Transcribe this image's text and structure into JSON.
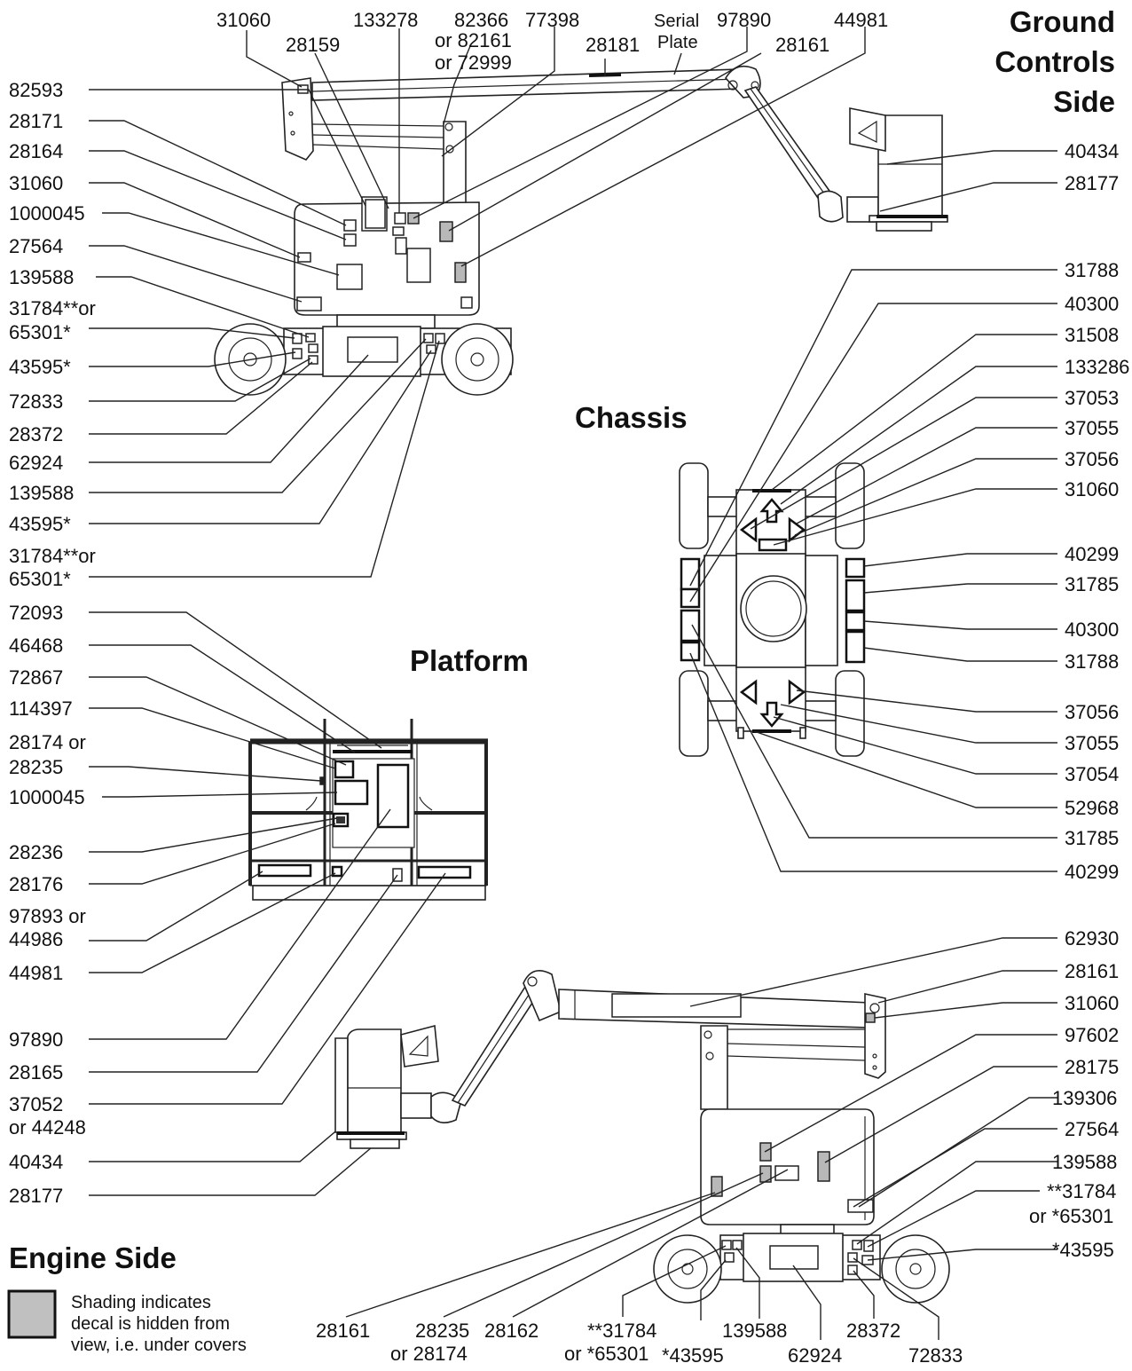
{
  "titles": {
    "ground": [
      "Ground",
      "Controls",
      "Side"
    ],
    "chassis": "Chassis",
    "platform": "Platform",
    "engine": "Engine Side"
  },
  "legend": {
    "lines": [
      "Shading indicates",
      "decal is hidden from",
      "view, i.e. under covers"
    ],
    "swatch_color": "#c0c0c0"
  },
  "labels": {
    "gc_top": [
      "31060",
      "28159",
      "133278",
      "82366",
      "or 82161",
      "or 72999",
      "77398",
      "28181",
      "Serial",
      "Plate",
      "97890",
      "28161",
      "44981"
    ],
    "gc_left": [
      "82593",
      "28171",
      "28164",
      "31060",
      "1000045",
      "27564",
      "139588",
      "31784**or",
      "65301*",
      "43595*",
      "72833",
      "28372",
      "62924",
      "139588",
      "43595*",
      "31784**or",
      "65301*"
    ],
    "gc_right": [
      "40434",
      "28177"
    ],
    "chassis_right": [
      "31788",
      "40300",
      "31508",
      "133286",
      "37053",
      "37055",
      "37056",
      "31060",
      "40299",
      "31785",
      "40300",
      "31788",
      "37056",
      "37055",
      "37054",
      "52968",
      "31785",
      "40299"
    ],
    "platform_left": [
      "72093",
      "46468",
      "72867",
      "114397",
      "28174 or",
      "28235",
      "1000045",
      "28236",
      "28176",
      "97893 or",
      "44986",
      "44981",
      "97890",
      "28165",
      "37052",
      "or 44248",
      "40434",
      "28177"
    ],
    "engine_right": [
      "62930",
      "28161",
      "31060",
      "97602",
      "28175",
      "139306",
      "27564",
      "139588",
      "**31784",
      "or *65301",
      "*43595"
    ],
    "engine_bottom": [
      "28161",
      "28235",
      "or 28174",
      "28162",
      "**31784",
      "or *65301",
      "*43595",
      "139588",
      "62924",
      "28372",
      "72833"
    ]
  }
}
